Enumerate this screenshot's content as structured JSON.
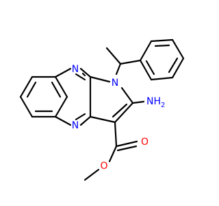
{
  "molecule": {
    "atoms": {
      "n_quinox_top": {
        "text": "N",
        "color": "#0000ff"
      },
      "n_quinox_bottom": {
        "text": "N",
        "color": "#0000ff"
      },
      "n_pyrrole": {
        "text": "N",
        "color": "#0000ff"
      },
      "amine": {
        "text": "NH",
        "sub": "2",
        "color": "#0000ff"
      },
      "o_carbonyl": {
        "text": "O",
        "color": "#ff0000"
      },
      "o_ester": {
        "text": "O",
        "color": "#ff0000"
      }
    },
    "bond_color": "#000000"
  }
}
